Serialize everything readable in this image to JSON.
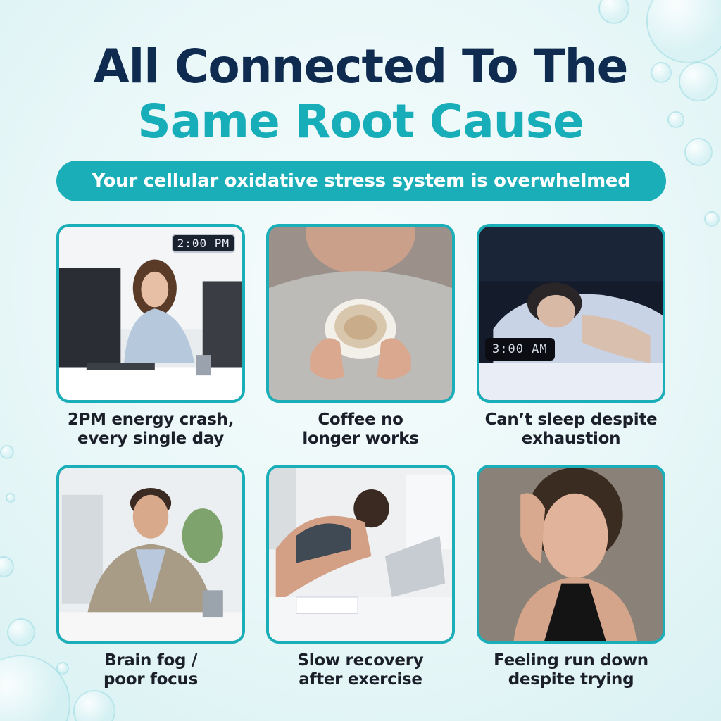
{
  "title": {
    "line1": "All Connected To The",
    "line2": "Same Root Cause"
  },
  "banner": "Your cellular oxidative stress system is overwhelmed",
  "colors": {
    "navy": "#0f2b4f",
    "teal": "#17adb9",
    "background": "#e9f7f8"
  },
  "cards": [
    {
      "caption_line1": "2PM energy crash,",
      "caption_line2": "every single day",
      "clock": "2:00 PM"
    },
    {
      "caption_line1": "Coffee no",
      "caption_line2": "longer works"
    },
    {
      "caption_line1": "Can’t sleep despite",
      "caption_line2": "exhaustion",
      "clock": "3:00 AM"
    },
    {
      "caption_line1": "Brain fog /",
      "caption_line2": "poor focus"
    },
    {
      "caption_line1": "Slow recovery",
      "caption_line2": "after exercise"
    },
    {
      "caption_line1": "Feeling run down",
      "caption_line2": "despite trying"
    }
  ]
}
